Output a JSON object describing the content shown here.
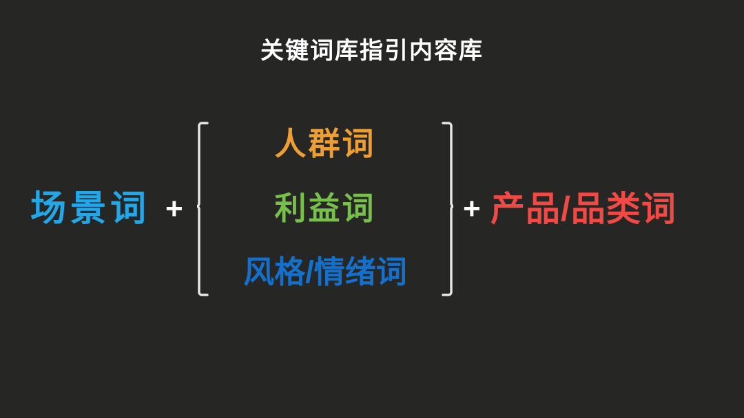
{
  "slide": {
    "background_color": "#262625",
    "title": "关键词库指引内容库"
  },
  "formula": {
    "scene_term": {
      "label": "场景词",
      "color": "#22A7E8"
    },
    "operator_left": "+",
    "operator_right": "+",
    "bracket": {
      "color": "#E8E8E8",
      "left_glyph": "left-curly-bracket",
      "right_glyph": "right-curly-bracket",
      "items": [
        {
          "label": "人群词",
          "color": "#EF9E33"
        },
        {
          "label": "利益词",
          "color": "#77C04A"
        },
        {
          "label": "风格/情绪词",
          "color": "#1570CC"
        }
      ]
    },
    "product_term": {
      "label": "产品/品类词",
      "color": "#F04A46"
    }
  }
}
